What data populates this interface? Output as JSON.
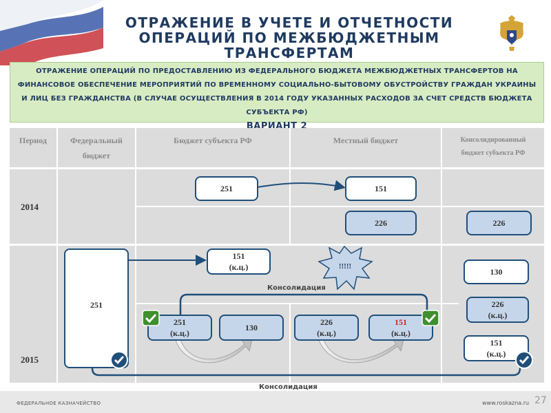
{
  "header": {
    "title_line1": "ОТРАЖЕНИЕ В УЧЕТЕ И ОТЧЕТНОСТИ",
    "title_line2": "ОПЕРАЦИЙ ПО МЕЖБЮДЖЕТНЫМ",
    "title_line3": "ТРАНСФЕРТАМ"
  },
  "info_box": {
    "description": "ОТРАЖЕНИЕ ОПЕРАЦИЙ ПО ПРЕДОСТАВЛЕНИЮ ИЗ ФЕДЕРАЛЬНОГО БЮДЖЕТА МЕЖБЮДЖЕТНЫХ ТРАНСФЕРТОВ НА ФИНАНСОВОЕ ОБЕСПЕЧЕНИЕ МЕРОПРИЯТИЙ ПО ВРЕМЕННОМУ СОЦИАЛЬНО-БЫТОВОМУ ОБУСТРОЙСТВУ ГРАЖДАН УКРАИНЫ И ЛИЦ БЕЗ ГРАЖДАНСТВА (В СЛУЧАЕ ОСУЩЕСТВЛЕНИЯ В 2014 ГОДУ УКАЗАННЫХ РАСХОДОВ ЗА СЧЕТ СРЕДСТВ БЮДЖЕТА СУБЪЕКТА РФ)",
    "variant": "ВАРИАНТ 2"
  },
  "table": {
    "headers": {
      "period": "Период",
      "federal_line1": "Федеральный",
      "federal_line2": "бюджет",
      "subject": "Бюджет субъекта РФ",
      "local": "Местный бюджет",
      "consolidated_line1": "Консолидированный",
      "consolidated_line2": "бюджет субъекта РФ"
    },
    "years": {
      "y2014": "2014",
      "y2015": "2015"
    }
  },
  "boxes": {
    "b2014_subject": "251",
    "b2014_local_151": "151",
    "b2014_local_226": "226",
    "b2014_consol_226": "226",
    "federal_251": "251",
    "b2015_subject_151": "151",
    "b2015_subject_151_sub": "(к.ц.)",
    "alert": "!!!!!",
    "consol_130": "130",
    "consol_226": "226",
    "consol_226_sub": "(к.ц.)",
    "consol_151": "151",
    "consol_151_sub": "(к.ц.)",
    "sub_251": "251",
    "sub_251_sub": "(к.ц.)",
    "sub_130": "130",
    "loc_226": "226",
    "loc_226_sub": "(к.ц.)",
    "loc_151": "151",
    "loc_151_sub": "(к.ц.)"
  },
  "labels": {
    "consolidation_upper": "Консолидация",
    "consolidation_lower": "Консолидация"
  },
  "footer": {
    "org": "ФЕДЕРАЛЬНОЕ КАЗНАЧЕЙСТВО",
    "site": "www.roskazna.ru",
    "page": "27"
  },
  "colors": {
    "title": "#1f3a5f",
    "box_border": "#1f4e79",
    "box_blue": "#c6d6ea",
    "info_bg": "#d8ecc4",
    "table_bg": "#dcdcdc",
    "highlight_red": "#d02020"
  }
}
